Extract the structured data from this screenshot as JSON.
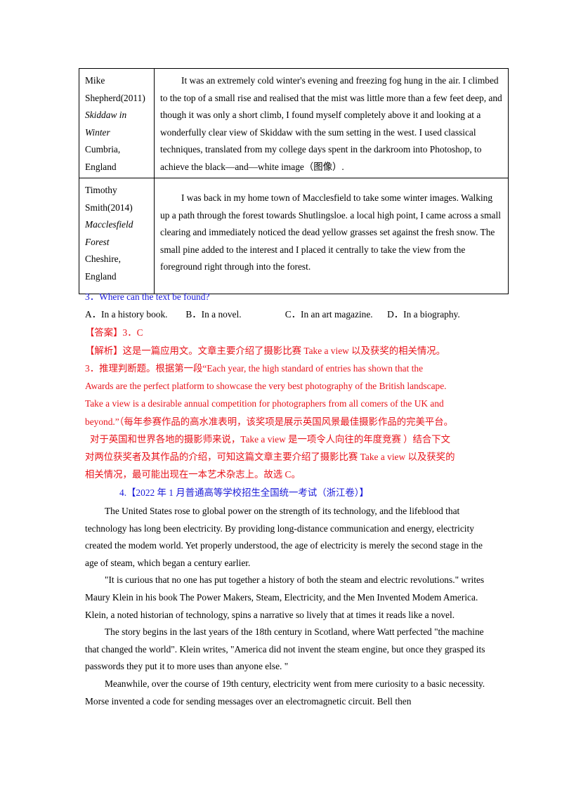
{
  "table": {
    "rows": [
      {
        "photographer": "Mike",
        "photographer2": "Shepherd(2011)",
        "title1": "Skiddaw in",
        "title2": "Winter",
        "place1": "Cumbria,",
        "place2": "England",
        "text": "It was an extremely cold winter's evening and freezing fog hung in the air. I climbed to the top of a small rise and realised that the mist was little more than a few feet deep, and though it was only a short climb, I found myself completely above it and looking at a wonderfully clear view of Skiddaw with the sum setting in the west. I used classical techniques, translated from my college days spent in the darkroom into Photoshop, to achieve the black—and—white image（图像）."
      },
      {
        "photographer": "Timothy",
        "photographer2": "Smith(2014)",
        "title1": "Macclesfield",
        "title2": "Forest",
        "place1": "Cheshire,",
        "place2": "England",
        "text": "I was back in my home town of Macclesfield to take some winter images. Walking up a path through the forest towards Shutlingsloe. a local high point, I came across a small clearing and immediately noticed the dead yellow grasses set against the fresh snow. The small pine added to the interest and I placed it centrally to take the view from the foreground right through into the forest."
      }
    ]
  },
  "question3": {
    "text": "3．Where can the text be found?",
    "option_a": "A．In a history book.",
    "option_b": "B．In a novel.",
    "option_c": "C．In an art magazine.",
    "option_d": "D．In a biography."
  },
  "answer": {
    "label": "【答案】3．C",
    "analysis_1": "【解析】这是一篇应用文。文章主要介绍了摄影比赛 Take a view 以及获奖的相关情况。",
    "analysis_2": "3．推理判断题。根据第一段“Each year, the high standard of entries has shown that the",
    "analysis_3": "Awards are the perfect platform to showcase the very best photography of the British landscape.",
    "analysis_4": "Take a view is a desirable annual competition for photographers from all comers of the UK and",
    "analysis_5": "beyond.”（每年参赛作品的高水准表明，该奖项是展示英国风景最佳摄影作品的完美平台。",
    "analysis_6": "对于英国和世界各地的摄影师来说，Take a view 是一项令人向往的年度竞赛 ）结合下文",
    "analysis_7": "对两位获奖者及其作品的介绍，可知这篇文章主要介绍了摄影比赛 Take a view 以及获奖的",
    "analysis_8": "相关情况，最可能出现在一本艺术杂志上。故选 C。"
  },
  "section4": {
    "heading": "4.【2022 年 1 月普通高等学校招生全国统一考试（浙江卷）】",
    "paragraphs": [
      "The United States rose to global power on the strength of its technology, and the lifeblood that technology has long been electricity. By providing long-distance communication and energy, electricity created the modem world. Yet properly understood, the age of electricity is merely the second stage in the age of steam, which began a century earlier.",
      "\"It is curious that no one has put together a history of both the steam and electric revolutions.\" writes Maury Klein in his book The Power Makers, Steam, Electricity, and the Men Invented Modem America. Klein, a noted historian of technology, spins a narrative so lively that at times it reads like a novel.",
      "The story begins in the last years of the 18th century in Scotland, where Watt perfected \"the machine that changed the world\". Klein writes, \"America did not invent the steam engine, but once they grasped its passwords they put it to more uses than anyone else. \"",
      "Meanwhile, over the course of 19th century, electricity went from mere curiosity to a basic necessity. Morse invented a code for sending messages over an electromagnetic circuit. Bell then"
    ]
  }
}
